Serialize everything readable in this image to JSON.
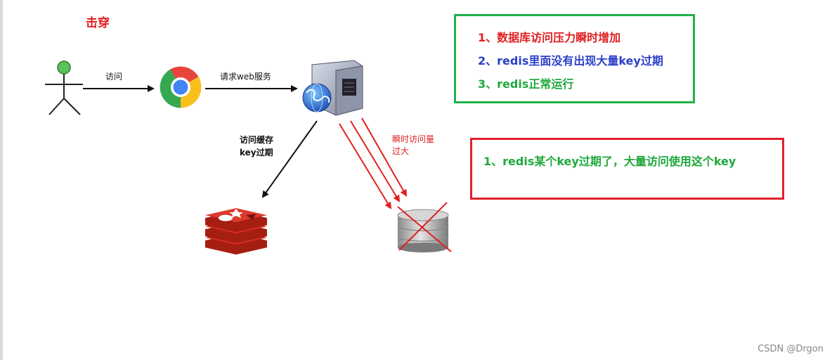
{
  "title": "击穿",
  "labels": {
    "visit": "访问",
    "request_web": "请求web服务",
    "cache_line1": "访问缓存",
    "cache_line2": "key过期",
    "burst_line1": "瞬时访问量",
    "burst_line2": "过大"
  },
  "green_box": {
    "items": [
      {
        "text": "1、数据库访问压力瞬时增加",
        "color": "#e02020"
      },
      {
        "text": "2、redis里面没有出现大量key过期",
        "color": "#2b3fc9"
      },
      {
        "text": "3、redis正常运行",
        "color": "#1fa83c"
      }
    ]
  },
  "red_box": {
    "text": "1、redis某个key过期了，大量访问使用这个key",
    "color": "#1fa83c"
  },
  "watermark": "CSDN @Drgon",
  "icons": {
    "user": "stick-figure-user-icon",
    "browser": "chrome-browser-icon",
    "server": "web-server-icon",
    "cache": "redis-icon",
    "database": "database-icon"
  },
  "colors": {
    "green_border": "#1fb24a",
    "red_border": "#e0202a",
    "accent_red": "#e02020"
  }
}
